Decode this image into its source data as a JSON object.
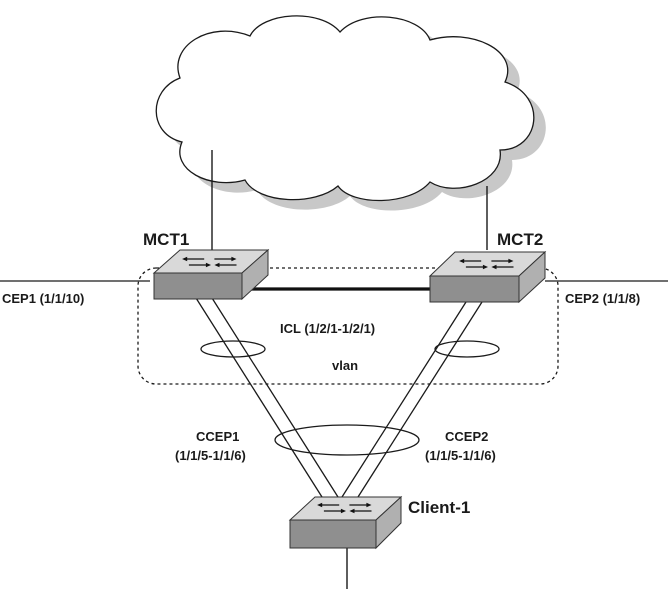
{
  "nodes": {
    "mct1": "MCT1",
    "mct2": "MCT2",
    "client": "Client-1"
  },
  "links": {
    "cep1": "CEP1 (1/1/10)",
    "cep2": "CEP2 (1/1/8)",
    "icl": "ICL (1/2/1-1/2/1)",
    "vlan": "vlan",
    "ccep1_name": "CCEP1",
    "ccep1_ports": "(1/1/5-1/1/6)",
    "ccep2_name": "CCEP2",
    "ccep2_ports": "(1/1/5-1/1/6)"
  },
  "colors": {
    "line": "#1a1a1a",
    "cloud_fill": "#ffffff",
    "cloud_shadow": "#c8c8c8",
    "switch_top": "#d9d9d9",
    "switch_front": "#8f8f8f",
    "switch_side": "#b0b0b0"
  }
}
